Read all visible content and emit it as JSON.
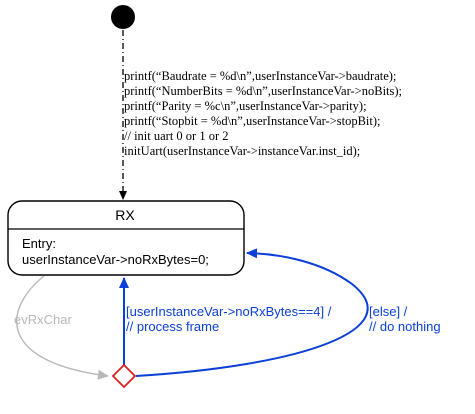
{
  "state": {
    "name": "RX",
    "entry_label": "Entry:",
    "entry_action": "userInstanceVar->noRxBytes=0;"
  },
  "initial_action_lines": [
    "printf(“Baudrate   = %d\\n”,userInstanceVar->baudrate);",
    "printf(“NumberBits = %d\\n”,userInstanceVar->noBits);",
    "printf(“Parity     = %c\\n”,userInstanceVar->parity);",
    "printf(“Stopbit    = %d\\n”,userInstanceVar->stopBit);",
    "// init uart 0 or 1 or 2",
    "initUart(userInstanceVar->instanceVar.inst_id);"
  ],
  "transitions": {
    "event": {
      "label": "evRxChar",
      "color": "#b8b8b8"
    },
    "guard_full": {
      "guard": "[userInstanceVar->noRxBytes==4] /",
      "action": "// process frame",
      "color": "#0a3fd8"
    },
    "guard_else": {
      "guard": "[else] /",
      "action": "// do nothing",
      "color": "#0a3fd8"
    }
  },
  "colors": {
    "initial_node": "#000000",
    "choice_node": "#e02020",
    "state_border": "#000000"
  }
}
